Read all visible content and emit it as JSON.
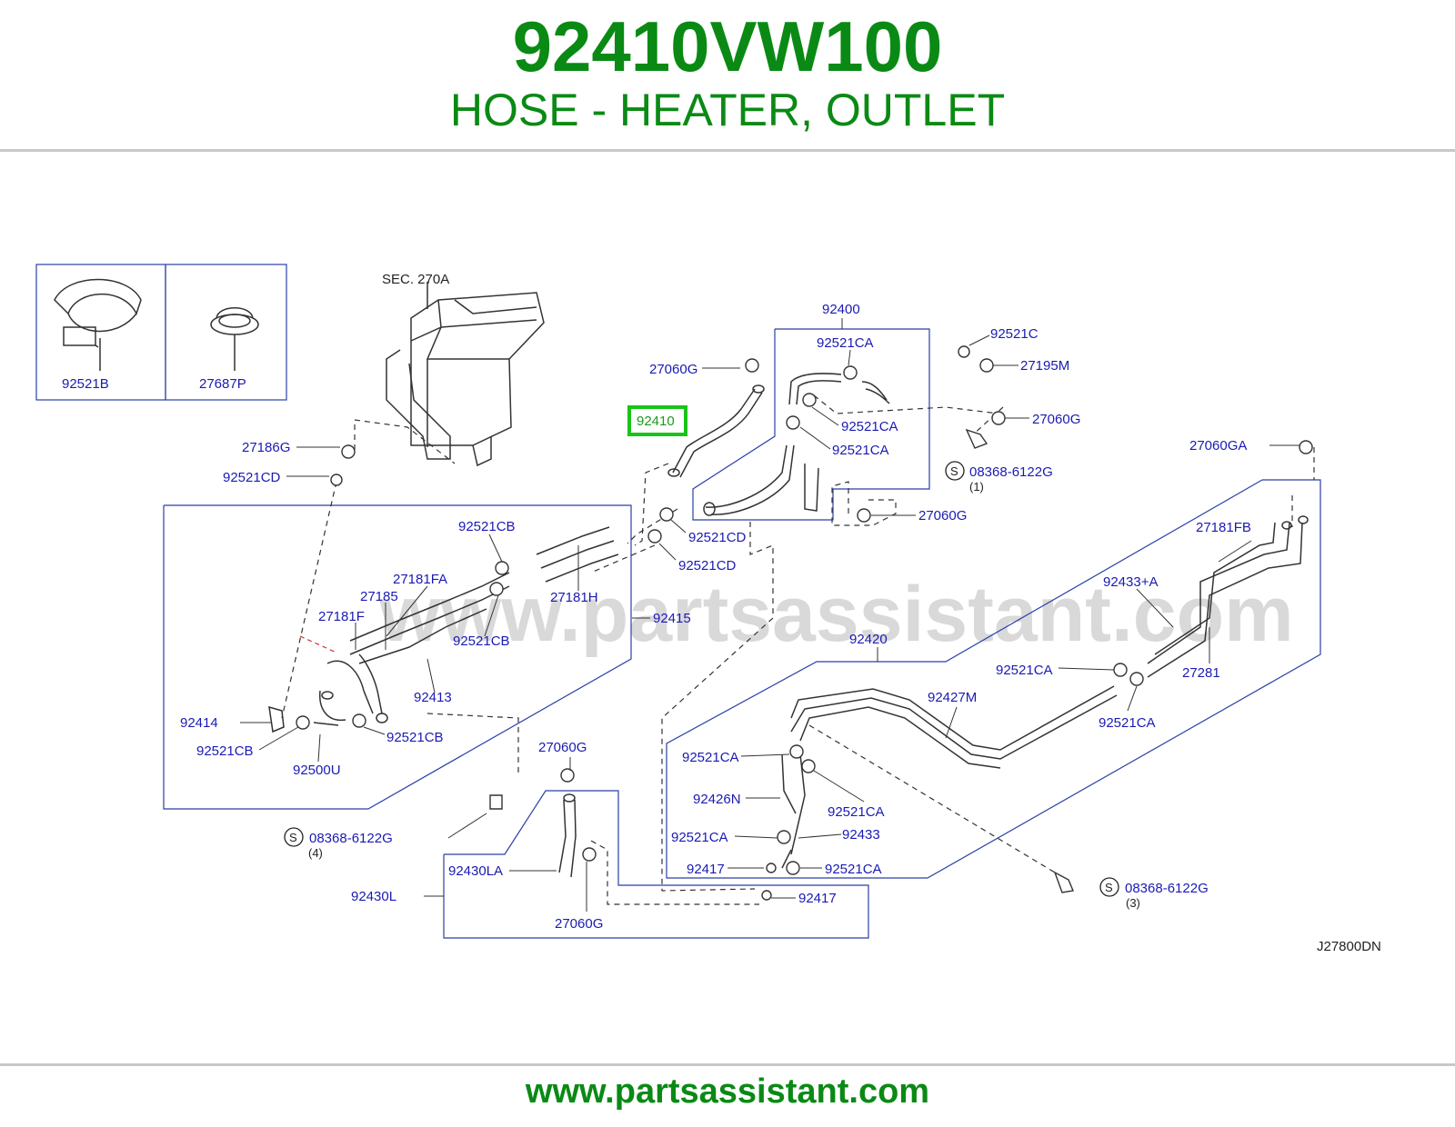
{
  "header": {
    "part_number": "92410VW100",
    "part_name": "HOSE - HEATER, OUTLET"
  },
  "diagram": {
    "section_ref": "SEC.  270A",
    "drawing_code": "J27800DN",
    "watermark": "www.partsassistant.com",
    "highlighted_part": "92410",
    "inset_parts": [
      "92521B",
      "27687P"
    ],
    "callouts": [
      "27186G",
      "92521CD",
      "27060G",
      "92400",
      "92521CA",
      "92521CA",
      "92521CA",
      "92521C",
      "27195M",
      "27060G",
      "08368-6122G",
      "(1)",
      "27060GA",
      "27060G",
      "92521CD",
      "92521CD",
      "92521CB",
      "27181FA",
      "27185",
      "27181F",
      "27181H",
      "92415",
      "92521CB",
      "92413",
      "92414",
      "92521CB",
      "92500U",
      "92521CB",
      "27181FB",
      "92433+A",
      "92420",
      "27281",
      "92521CA",
      "92427M",
      "92521CA",
      "92521CA",
      "92426N",
      "92521CA",
      "92433",
      "92521CA",
      "92417",
      "92521CA",
      "27060G",
      "08368-6122G",
      "(4)",
      "92430LA",
      "92430L",
      "27060G",
      "92417",
      "08368-6122G",
      "(3)"
    ],
    "screw_symbol": "S",
    "highlight_color": "#18c418",
    "label_color": "#1a1ab4"
  },
  "footer": {
    "url": "www.partsassistant.com"
  }
}
